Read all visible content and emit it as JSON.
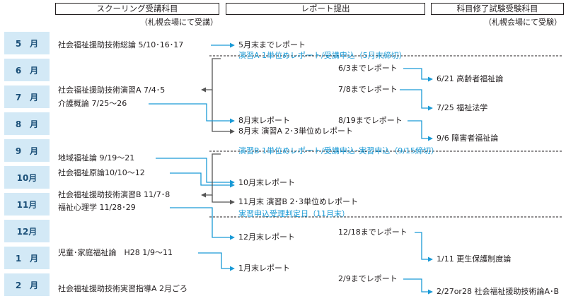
{
  "headers": {
    "schooling": "スクーリング受講科目",
    "report": "レポート提出",
    "exam": "科目修了試験受験科目"
  },
  "subheaders": {
    "schooling_venue": "（札幌会場にて受講）",
    "exam_venue": "（札幌会場にて受験）"
  },
  "months": [
    "5　月",
    "6　月",
    "7　月",
    "8　月",
    "9　月",
    "10月",
    "11月",
    "12月",
    "1　月",
    "2　月"
  ],
  "schooling": {
    "may": "社会福祉援助技術総論 5/10･16･17",
    "jul_1": "社会福祉援助技術演習A 7/4･5",
    "jul_2": "介護概論 7/25〜26",
    "sep": "地域福祉論 9/19〜21",
    "oct": "社会福祉原論10/10〜12",
    "nov_1": "社会福祉援助技術演習B 11/7･8",
    "nov_2": "福祉心理学 11/28･29",
    "jan": "児童･家庭福祉論　H28 1/9〜11",
    "feb": "社会福祉援助技術実習指導A 2月ごろ"
  },
  "reports": {
    "may_end": "5月末までレポート",
    "may_notice": "演習A 1単位めレポート/受講申込（5月末締切）",
    "jun_3": "6/3までレポート",
    "jul_8": "7/8までレポート",
    "aug_end": "8月末レポート",
    "aug_19": "8/19までレポート",
    "aug_end_a": "8月末 演習A 2･3単位めレポート",
    "sep_notice": "演習B 1単位めレポート/受講申込･実習申込（9/15締切）",
    "oct_end": "10月末レポート",
    "nov_end_b": "11月末  演習B 2･3単位めレポート",
    "nov_notice": "実習申込受理判定日（11月末）",
    "dec_end": "12月末レポート",
    "dec_18": "12/18までレポート",
    "jan_end": "1月末レポート",
    "feb_9": "2/9までレポート"
  },
  "exams": {
    "jun_21": "6/21  高齢者福祉論",
    "jul_25": "7/25  福祉法学",
    "sep_6": "9/6  障害者福祉論",
    "jan_11": "1/11  更生保護制度論",
    "feb_27": "2/27or28  社会福祉援助技術論A･B"
  },
  "colors": {
    "month_bg": "#d3e9f6",
    "month_text": "#1a4f78",
    "accent_blue": "#1a9ad6",
    "arrow_gray": "#555555",
    "text": "#231f20"
  }
}
